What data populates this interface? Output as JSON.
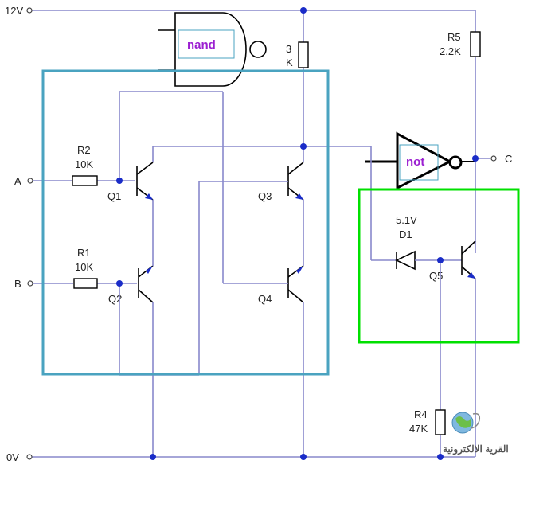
{
  "rails": {
    "vcc": "12V",
    "gnd": "0V"
  },
  "inputs": {
    "a": "A",
    "b": "B"
  },
  "output": {
    "c": "C"
  },
  "gates": {
    "nand_label": "nand",
    "nand_pin": "3",
    "nand_pin2": "K",
    "not_label": "not"
  },
  "resistors": {
    "r1": {
      "name": "R1",
      "value": "10K"
    },
    "r2": {
      "name": "R2",
      "value": "10K"
    },
    "r4": {
      "name": "R4",
      "value": "47K"
    },
    "r5": {
      "name": "R5",
      "value": "2.2K"
    }
  },
  "transistors": {
    "q1": "Q1",
    "q2": "Q2",
    "q3": "Q3",
    "q4": "Q4",
    "q5": "Q5"
  },
  "diode": {
    "voltage": "5.1V",
    "name": "D1"
  },
  "logo": {
    "text": "القرية الالكترونية"
  },
  "colors": {
    "wire": "#8888cc",
    "node": "#1a2cc8",
    "nand_box": "#4aa3c0",
    "not_box": "#00e000",
    "gate_text": "#9b1fd1"
  }
}
